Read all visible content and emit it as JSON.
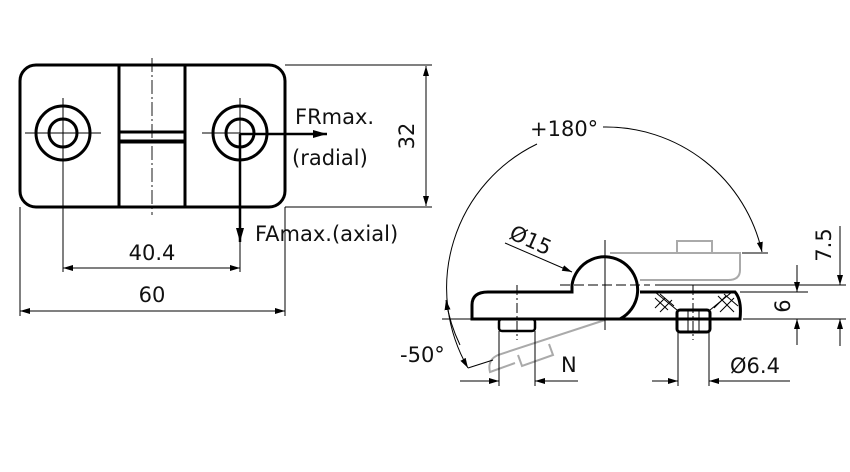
{
  "front_view": {
    "force_radial_line1": "FRmax.",
    "force_radial_line2": "(radial)",
    "force_axial": "FAmax.(axial)",
    "dim_height": "32",
    "dim_hole_spacing": "40.4",
    "dim_length": "60"
  },
  "side_view": {
    "angle_open": "+180°",
    "angle_close": "-50°",
    "dim_knuckle_diameter": "Ø15",
    "dim_n": "N",
    "dim_bore": "Ø6.4",
    "dim_total_height": "7.5",
    "dim_plate_height": "6"
  }
}
